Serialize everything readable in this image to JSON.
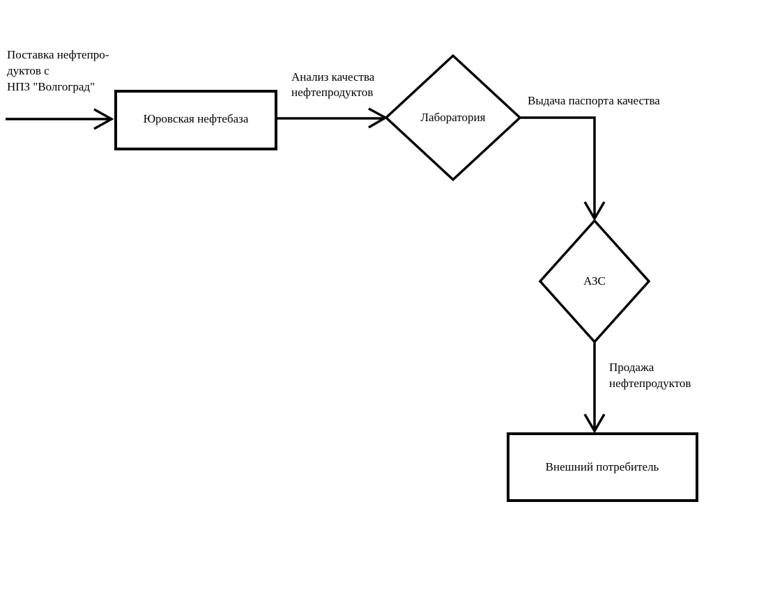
{
  "page": {
    "background_color": "#ffffff",
    "stroke_color": "#000000"
  },
  "diagram": {
    "nodes": {
      "depot": {
        "label": "Юровская нефтебаза",
        "shape": "rectangle"
      },
      "lab": {
        "label": "Лаборатория",
        "shape": "diamond"
      },
      "azs": {
        "label": "АЗС",
        "shape": "diamond"
      },
      "consumer": {
        "label": "Внешний потребитель",
        "shape": "rectangle"
      }
    },
    "edges": {
      "supply": {
        "lines": [
          "Поставка нефтепро-",
          "дуктов с",
          "НПЗ \"Волгоград\""
        ]
      },
      "analysis": {
        "lines": [
          "Анализ качества",
          "нефтепродуктов"
        ]
      },
      "passport": {
        "label": "Выдача паспорта качества"
      },
      "sale": {
        "lines": [
          "Продажа",
          "нефтепродуктов"
        ]
      }
    }
  }
}
